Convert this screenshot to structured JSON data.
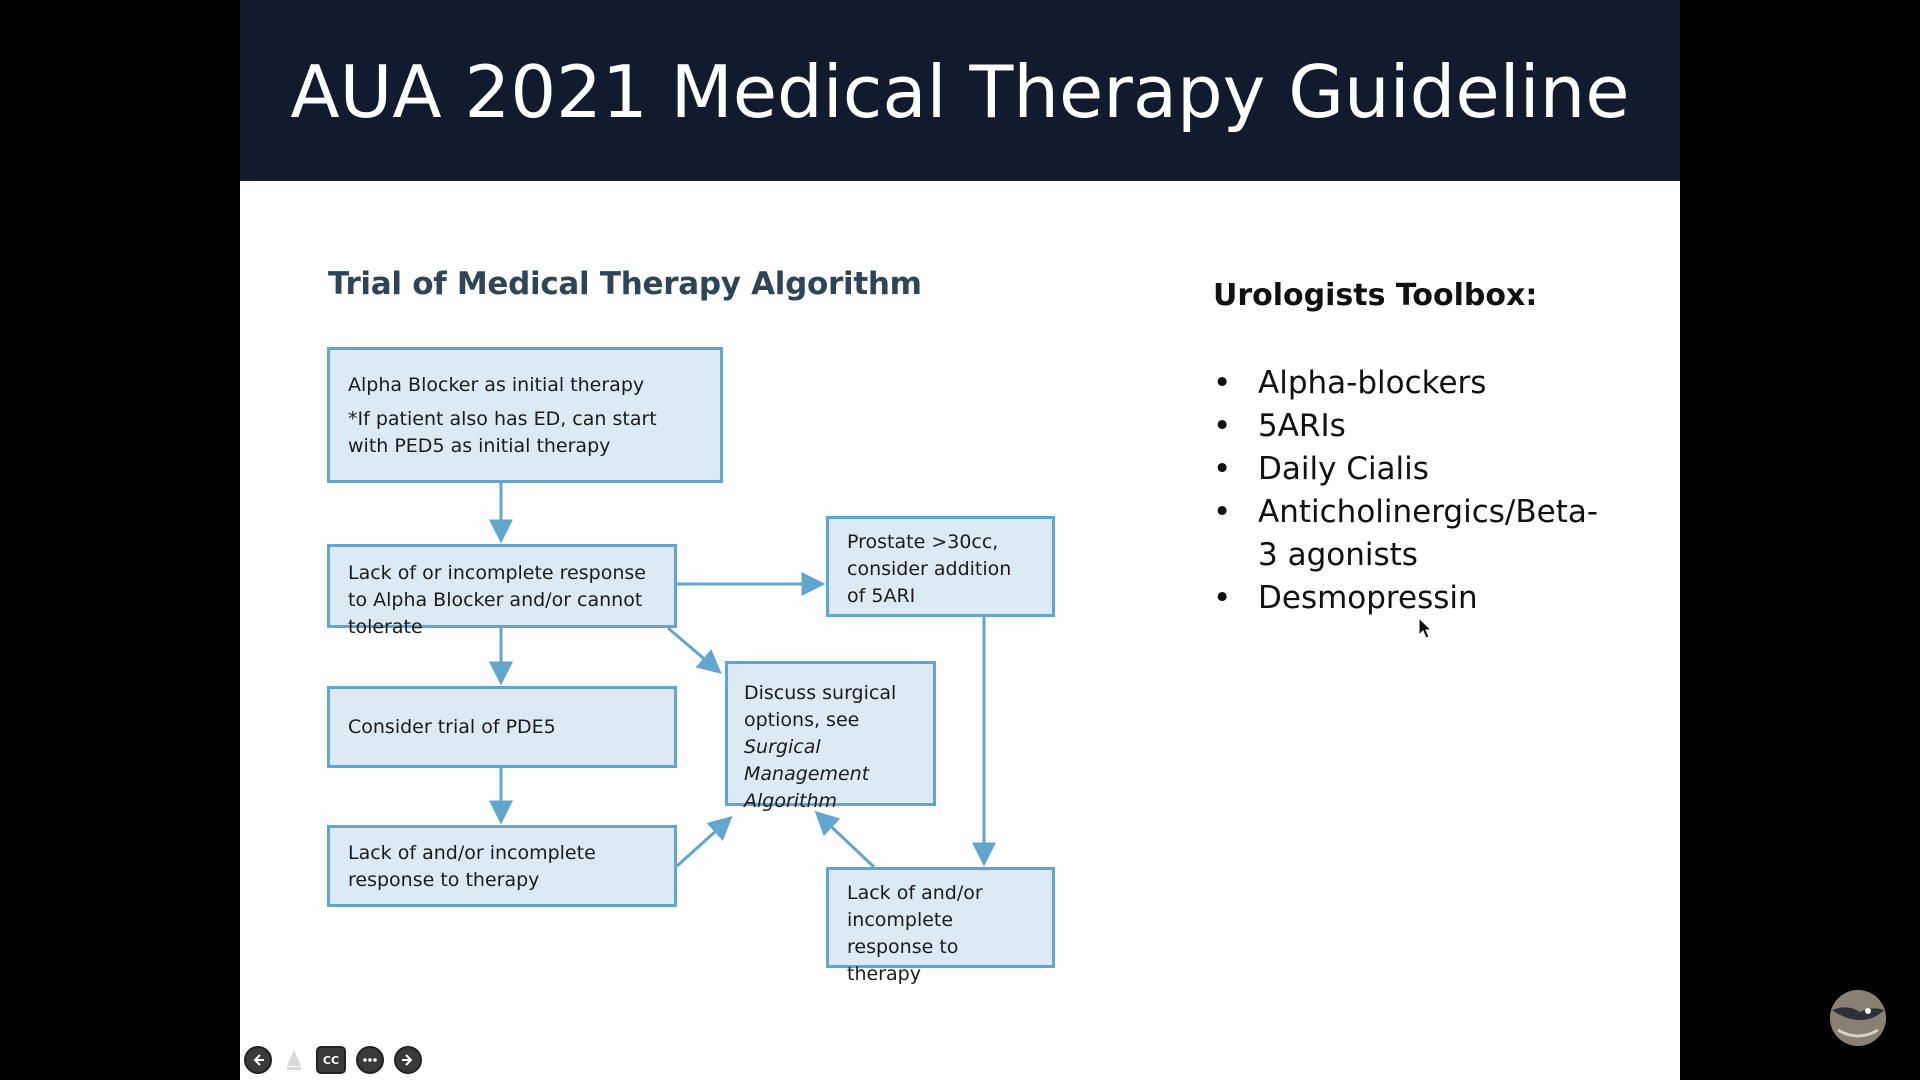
{
  "slide": {
    "title": "AUA 2021 Medical Therapy Guideline",
    "algorithm_title": "Trial of Medical Therapy Algorithm",
    "boxes": {
      "b1_line1": "Alpha Blocker as initial therapy",
      "b1_note": "*If patient also has ED, can start with PED5 as initial therapy",
      "b2": "Lack of or incomplete response to Alpha Blocker and/or cannot tolerate",
      "b3": "Consider trial of PDE5",
      "b4": "Lack of and/or incomplete response to therapy",
      "b5": "Prostate >30cc, consider addition of 5ARI",
      "b6_plain": "Discuss surgical options, see ",
      "b6_italic": "Surgical Management Algorithm",
      "b7": "Lack of and/or incomplete response to therapy"
    },
    "toolbox": {
      "title": "Urologists Toolbox:",
      "items": [
        "Alpha-blockers",
        "5ARIs",
        "Daily Cialis",
        "Anticholinergics/Beta-3 agonists",
        "Desmopressin"
      ]
    }
  },
  "controls": {
    "back_icon": "arrow-left-icon",
    "pointer_icon": "pointer-icon",
    "cc_label": "CC",
    "more_icon": "more-icon",
    "forward_icon": "arrow-right-icon"
  },
  "colors": {
    "header_bg": "#121a2e",
    "box_fill": "#dceaf5",
    "box_border": "#62a5cf",
    "arrow": "#62a5cf",
    "algo_title": "#2d4557"
  }
}
